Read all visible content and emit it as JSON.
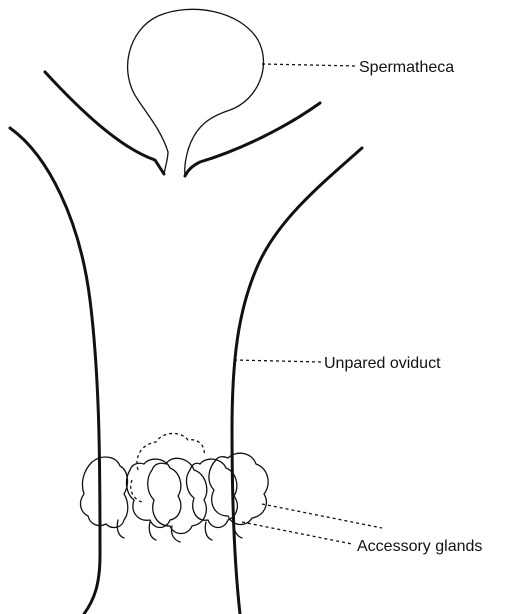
{
  "labels": {
    "spermatheca": "Spermatheca",
    "unpaired_oviduct": "Unpared oviduct",
    "accessory_glands": "Accessory glands"
  }
}
